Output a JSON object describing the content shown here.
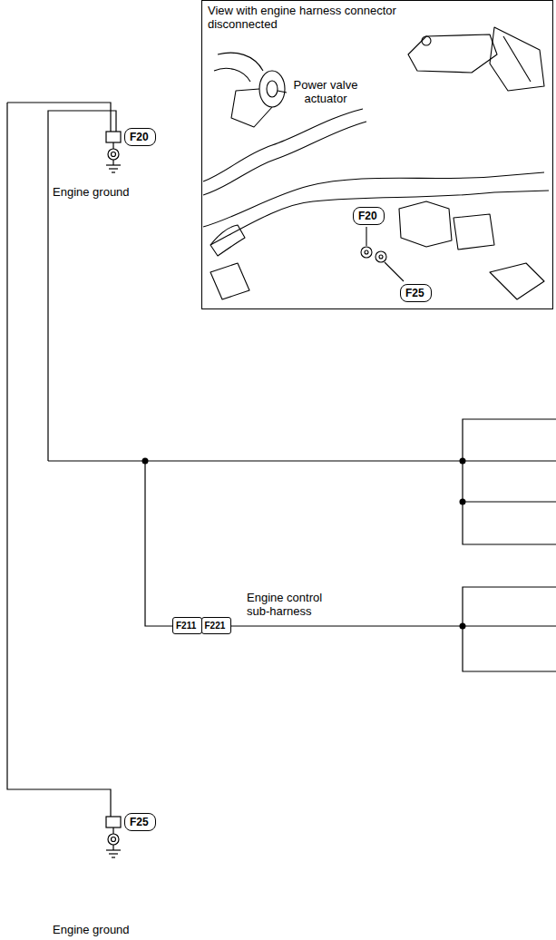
{
  "diagram": {
    "nodes": [
      {
        "text": [
          "View with engine harness connector disconnected"
        ]
      },
      {
        "text": [
          "F20"
        ],
        "in": 0
      },
      {
        "text": [
          "F25"
        ],
        "in": 0
      },
      {
        "text": [
          "F20"
        ]
      },
      {
        "text": [
          "F211"
        ]
      },
      {
        "text": [
          "F221"
        ]
      },
      {
        "text": [
          "F25"
        ]
      }
    ],
    "labels": [
      "Power valve actuator",
      "Engine ground",
      "Engine control sub-harness",
      "Engine ground"
    ]
  }
}
